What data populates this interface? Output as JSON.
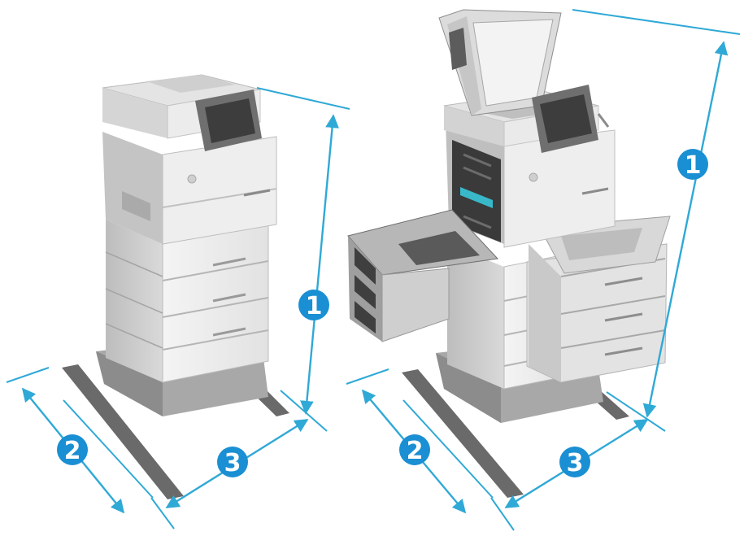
{
  "colors": {
    "dimension_line": "#2fa9d6",
    "callout_fill": "#1a8fd3",
    "callout_text": "#ffffff",
    "printer_light": "#ececec",
    "printer_mid": "#cfcfcf",
    "printer_dark": "#9a9a9a",
    "stand_dark": "#5e5e5e"
  },
  "figures": [
    {
      "name": "closed",
      "callouts": [
        {
          "label": "1",
          "meaning": "height"
        },
        {
          "label": "2",
          "meaning": "depth"
        },
        {
          "label": "3",
          "meaning": "width"
        }
      ]
    },
    {
      "name": "open",
      "callouts": [
        {
          "label": "1",
          "meaning": "height"
        },
        {
          "label": "2",
          "meaning": "depth"
        },
        {
          "label": "3",
          "meaning": "width"
        }
      ]
    }
  ]
}
